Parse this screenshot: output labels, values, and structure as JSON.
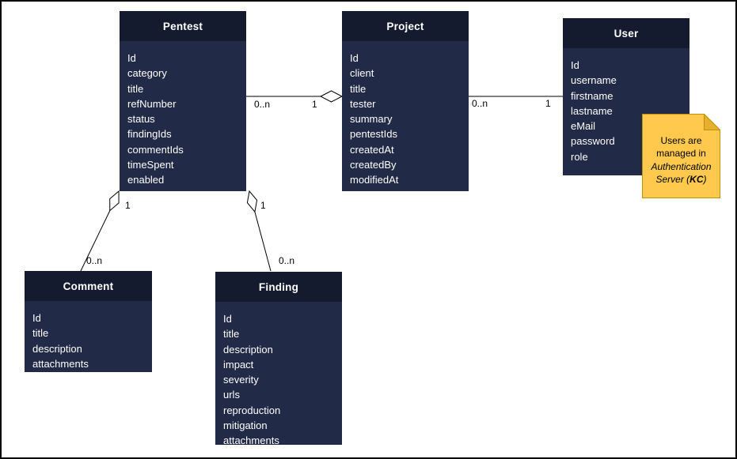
{
  "diagram": {
    "title": "Pentest data model diagram",
    "entities": [
      {
        "title": "Pentest",
        "fields": [
          "Id",
          "category",
          "title",
          "refNumber",
          "status",
          "findingIds",
          "commentIds",
          "timeSpent",
          "enabled"
        ]
      },
      {
        "title": "Project",
        "fields": [
          "Id",
          "client",
          "title",
          "tester",
          "summary",
          "pentestIds",
          "createdAt",
          "createdBy",
          "modifiedAt"
        ]
      },
      {
        "title": "User",
        "fields": [
          "Id",
          "username",
          "firstname",
          "lastname",
          "eMail",
          "password",
          "role"
        ]
      },
      {
        "title": "Comment",
        "fields": [
          "Id",
          "title",
          "description",
          "attachments"
        ]
      },
      {
        "title": "Finding",
        "fields": [
          "Id",
          "title",
          "description",
          "impact",
          "severity",
          "urls",
          "reproduction",
          "mitigation",
          "attachments"
        ]
      }
    ],
    "relationships": [
      {
        "from": "Pentest",
        "to": "Project",
        "from_label": "0..n",
        "to_label": "1",
        "type": "aggregation",
        "diamond_at": "Project"
      },
      {
        "from": "Project",
        "to": "User",
        "from_label": "0..n",
        "to_label": "1",
        "type": "association"
      },
      {
        "from": "Pentest",
        "to": "Comment",
        "from_label": "1",
        "to_label": "0..n",
        "type": "aggregation",
        "diamond_at": "Pentest"
      },
      {
        "from": "Pentest",
        "to": "Finding",
        "from_label": "1",
        "to_label": "0..n",
        "type": "aggregation",
        "diamond_at": "Pentest"
      }
    ],
    "note": {
      "line1": "Users are",
      "line2": "managed in",
      "line3": "Authentication",
      "line4_pre": "Server (",
      "line4_bold": "KC",
      "line4_post": ")"
    },
    "colors": {
      "entity_header": "#151B2E",
      "entity_body": "#212A46",
      "entity_text": "#FFFFFF",
      "connector": "#000000",
      "note_fill": "#FFC94D",
      "note_border": "#BF9000"
    }
  }
}
